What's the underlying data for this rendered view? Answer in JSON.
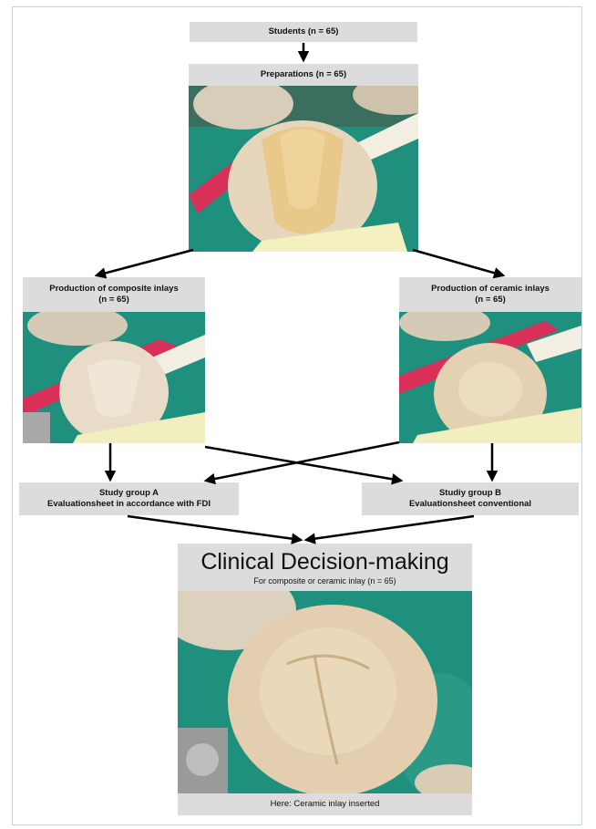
{
  "nodes": {
    "students": "Students (n = 65)",
    "preparations": "Preparations (n = 65)",
    "composite_line1": "Production of composite inlays",
    "composite_line2": "(n = 65)",
    "ceramic_line1": "Production of ceramic inlays",
    "ceramic_line2": "(n = 65)",
    "group_a_line1": "Study group  A",
    "group_a_line2": "Evaluationsheet in accordance with FDI",
    "group_b_line1": "Studiy group  B",
    "group_b_line2": "Evaluationsheet conventional",
    "decision_title": "Clinical Decision-making",
    "decision_subtitle": "For composite  or ceramic inlay (n = 65)",
    "final_caption": "Here:  Ceramic inlay inserted"
  },
  "colors": {
    "box_fill": "#dcdcdc",
    "arrow": "#000000",
    "gum_green": "#1f8f7e",
    "tooth": "#e8dcc4"
  }
}
